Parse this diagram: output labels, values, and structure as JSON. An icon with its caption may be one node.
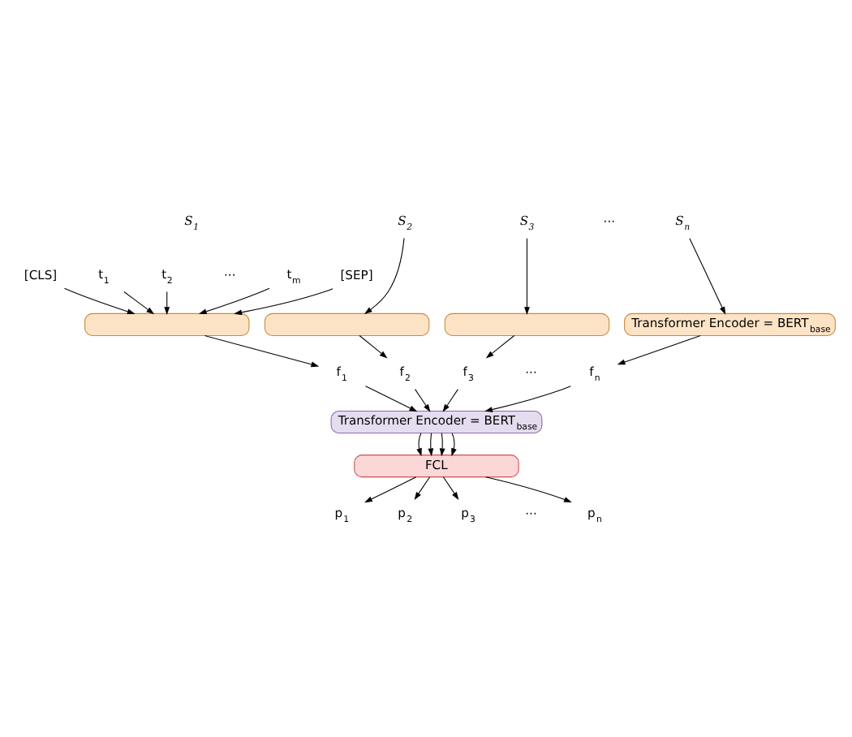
{
  "diagram": {
    "nodes": [
      {
        "text": [
          "S$_{1}$"
        ]
      },
      {
        "text": [
          "S$_{2}$"
        ]
      },
      {
        "text": [
          "S$_{3}$"
        ]
      },
      {
        "text": [
          "S$_{n}$"
        ]
      },
      {
        "text": [
          "[CLS]"
        ]
      },
      {
        "text": [
          "t$_{1}$"
        ]
      },
      {
        "text": [
          "t$_{2}$"
        ]
      },
      {
        "text": [
          "t$_{m}$"
        ]
      },
      {
        "text": [
          "[SEP]"
        ]
      },
      {
        "text": [],
        "shape": "box"
      },
      {
        "text": [],
        "shape": "box"
      },
      {
        "text": [],
        "shape": "box"
      },
      {
        "text": [
          "Transformer Encoder = BERT$_{base}$"
        ]
      },
      {
        "text": [
          "f$_{1}$"
        ]
      },
      {
        "text": [
          "f$_{2}$"
        ]
      },
      {
        "text": [
          "f$_{3}$"
        ]
      },
      {
        "text": [
          "f$_{n}$"
        ]
      },
      {
        "text": [
          "Transformer Encoder = BERT$_{base}$"
        ]
      },
      {
        "text": [
          "FCL"
        ]
      },
      {
        "text": [
          "p$_{1}$"
        ]
      },
      {
        "text": [
          "p$_{2}$"
        ]
      },
      {
        "text": [
          "p$_{3}$"
        ]
      },
      {
        "text": [
          "p$_{n}$"
        ]
      }
    ],
    "edges": [
      {
        "from": 4,
        "to": 9,
        "arrow": "to"
      },
      {
        "from": 5,
        "to": 9,
        "arrow": "to"
      },
      {
        "from": 6,
        "to": 9,
        "arrow": "to"
      },
      {
        "from": 7,
        "to": 9,
        "arrow": "to"
      },
      {
        "from": 8,
        "to": 9,
        "arrow": "to"
      },
      {
        "from": 1,
        "to": 10,
        "arrow": "to"
      },
      {
        "from": 2,
        "to": 11,
        "arrow": "to"
      },
      {
        "from": 3,
        "to": 12,
        "arrow": "to"
      },
      {
        "from": 9,
        "to": 13,
        "arrow": "to"
      },
      {
        "from": 10,
        "to": 14,
        "arrow": "to"
      },
      {
        "from": 11,
        "to": 15,
        "arrow": "to"
      },
      {
        "from": 12,
        "to": 16,
        "arrow": "to"
      },
      {
        "from": 13,
        "to": 17,
        "arrow": "to"
      },
      {
        "from": 14,
        "to": 17,
        "arrow": "to"
      },
      {
        "from": 15,
        "to": 17,
        "arrow": "to"
      },
      {
        "from": 16,
        "to": 17,
        "arrow": "to"
      },
      {
        "from": 17,
        "to": 18,
        "arrow": "to"
      },
      {
        "from": 17,
        "to": 18,
        "arrow": "to"
      },
      {
        "from": 17,
        "to": 18,
        "arrow": "to"
      },
      {
        "from": 17,
        "to": 18,
        "arrow": "to"
      },
      {
        "from": 18,
        "to": 19,
        "arrow": "to"
      },
      {
        "from": 18,
        "to": 20,
        "arrow": "to"
      },
      {
        "from": 18,
        "to": 21,
        "arrow": "to"
      },
      {
        "from": 18,
        "to": 22,
        "arrow": "to"
      }
    ],
    "labels": [
      "···",
      "···",
      "···",
      "···"
    ]
  }
}
